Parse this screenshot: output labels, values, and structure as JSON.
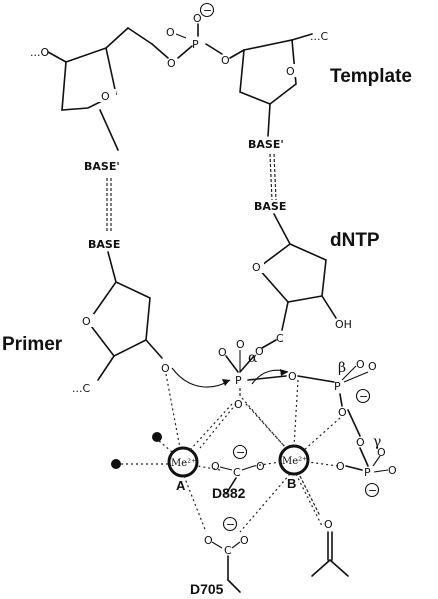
{
  "labels": {
    "template": "Template",
    "dntp": "dNTP",
    "primer": "Primer",
    "d882": "D882",
    "d705": "D705",
    "site_a": "A",
    "site_b": "B",
    "alpha": "α",
    "beta": "β",
    "gamma": "γ"
  },
  "bases": {
    "template_primer_pair": "BASE'",
    "template_dntp_pair": "BASE'",
    "primer_base": "BASE",
    "dntp_base": "BASE"
  },
  "atoms": {
    "O": "O",
    "P": "P",
    "C": "C",
    "OH": "OH",
    "chain_left": "...O",
    "chain_right": "...C",
    "chain_bottom": "...C"
  },
  "metals": {
    "a": "Me²⁺",
    "b": "Me²⁺"
  },
  "charges": {
    "minus": "−"
  }
}
